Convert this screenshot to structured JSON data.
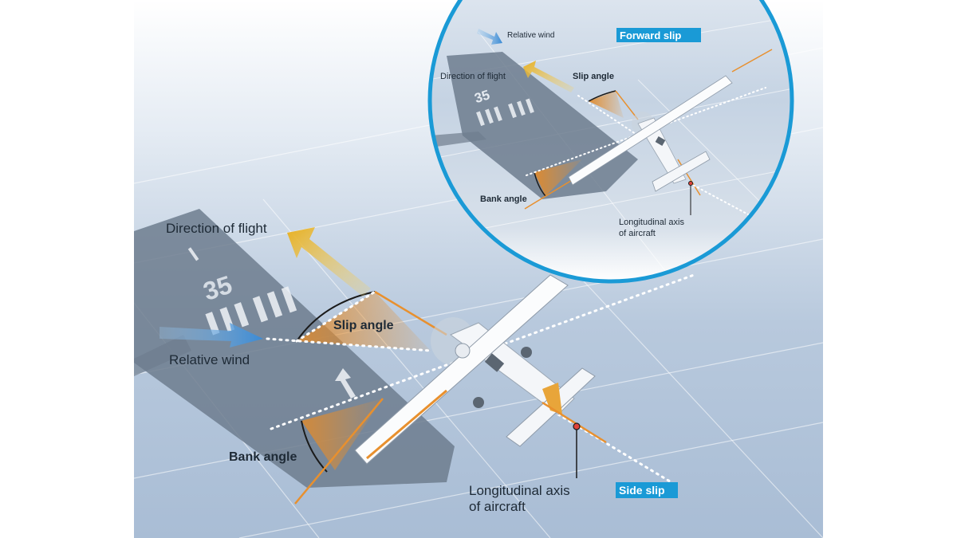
{
  "main": {
    "direction_of_flight": "Direction of flight",
    "slip_angle": "Slip angle",
    "relative_wind": "Relative wind",
    "bank_angle": "Bank angle",
    "longitudinal_axis_line1": "Longitudinal axis",
    "longitudinal_axis_line2": "of aircraft",
    "badge": "Side slip",
    "runway_number": "35"
  },
  "inset": {
    "relative_wind": "Relative wind",
    "badge": "Forward slip",
    "direction_of_flight": "Direction of flight",
    "slip_angle": "Slip angle",
    "bank_angle": "Bank angle",
    "longitudinal_axis_line1": "Longitudinal axis",
    "longitudinal_axis_line2": "of aircraft",
    "runway_number": "35"
  },
  "colors": {
    "badge_blue": "#1a9ad6",
    "angle_orange": "#e8902e",
    "flight_arrow": "#e8b830",
    "wind_arrow": "#4a9ad8",
    "runway": "#6d7c8e"
  }
}
